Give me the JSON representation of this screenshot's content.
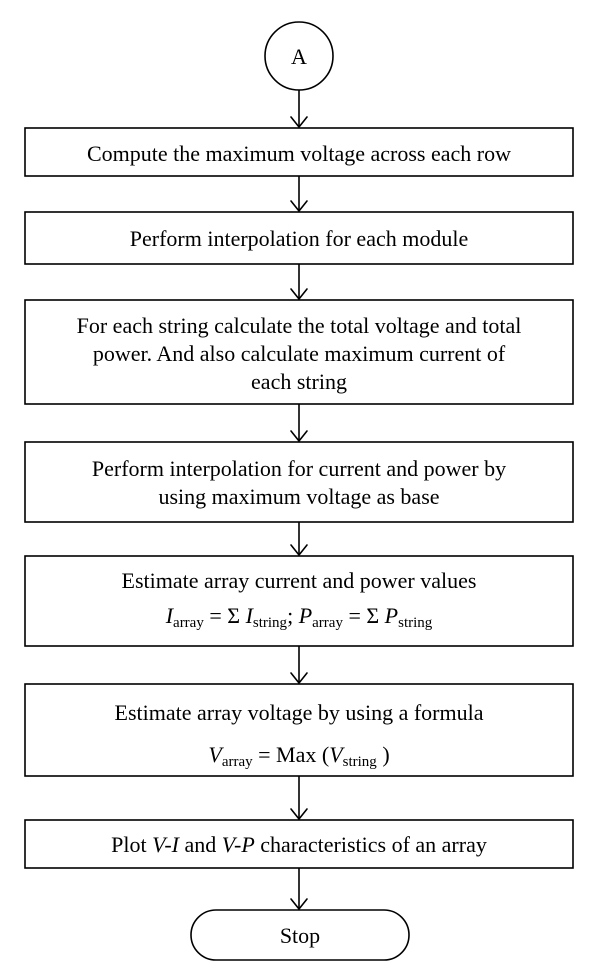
{
  "connector": {
    "label": "A"
  },
  "steps": [
    {
      "lines": [
        "Compute the maximum voltage across each row"
      ]
    },
    {
      "lines": [
        "Perform interpolation for each module"
      ]
    },
    {
      "lines": [
        "For each string calculate the total voltage and total",
        "power. And also calculate maximum current of",
        "each string"
      ]
    },
    {
      "lines": [
        "Perform interpolation for current and power by",
        "using maximum voltage as base"
      ]
    },
    {
      "line1": "Estimate array current and power values",
      "formula": {
        "i_sym": "I",
        "array_sub": "array",
        "eq_sum": "= Σ",
        "string_sub": "string",
        "sep": ";",
        "p_sym": "P"
      }
    },
    {
      "line1": "Estimate array voltage by using a formula",
      "formula": {
        "v_sym": "V",
        "array_sub": "array",
        "eq_max": "= Max (",
        "string_sub": "string",
        "close": ")"
      }
    },
    {
      "parts": [
        "Plot ",
        "V-I",
        " and ",
        "V-P",
        " characteristics of an array"
      ]
    }
  ],
  "terminal": {
    "label": "Stop"
  }
}
